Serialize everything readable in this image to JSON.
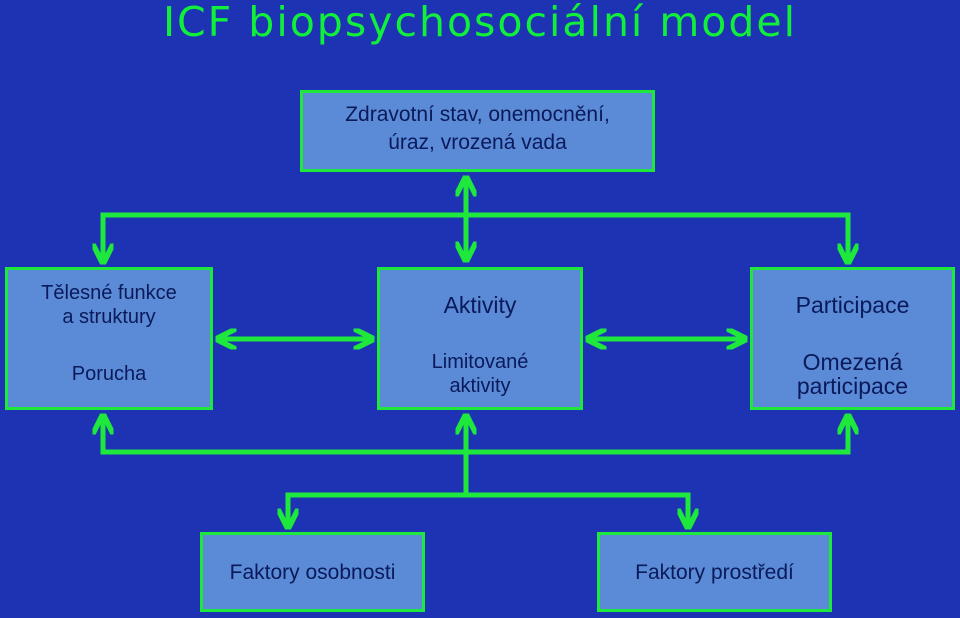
{
  "title": "ICF biopsychosociální model",
  "health_condition": {
    "lines": [
      "Zdravotní stav, onemocnění,",
      "úraz, vrozená vada"
    ]
  },
  "body_functions": {
    "label_lines": [
      "Tělesné funkce",
      "a struktury"
    ],
    "impairment": "Porucha"
  },
  "activities": {
    "label": "Aktivity",
    "limitation_lines": [
      "Limitované",
      "aktivity"
    ]
  },
  "participation": {
    "label": "Participace",
    "restriction_lines": [
      "Omezená",
      "participace"
    ]
  },
  "personal_factors": "Faktory osobnosti",
  "environmental_factors": "Faktory prostředí",
  "colors": {
    "background": "#1e33b4",
    "title": "#10ef3a",
    "box_fill": "#5b8ad6",
    "box_border": "#1ee83c",
    "connector": "#1ee83c",
    "box_text": "#0a1a5a"
  }
}
